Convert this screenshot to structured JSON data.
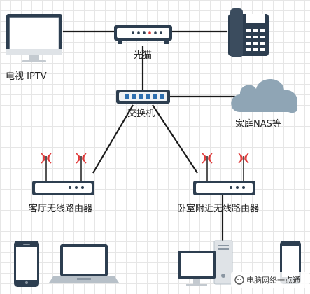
{
  "nodes": {
    "tv": "电视 IPTV",
    "modem": "光猫",
    "switch": "交换机",
    "nas": "家庭NAS等",
    "router_living": "客厅无线路由器",
    "router_bedroom": "卧室附近无线路由器"
  },
  "watermark": "电脑网络一点通",
  "colors": {
    "line": "#1a1a1a",
    "device_dark": "#2d3e50",
    "screen": "#4a5b6d",
    "cloud": "#8fa5b5",
    "accent_red": "#e03a3a"
  }
}
